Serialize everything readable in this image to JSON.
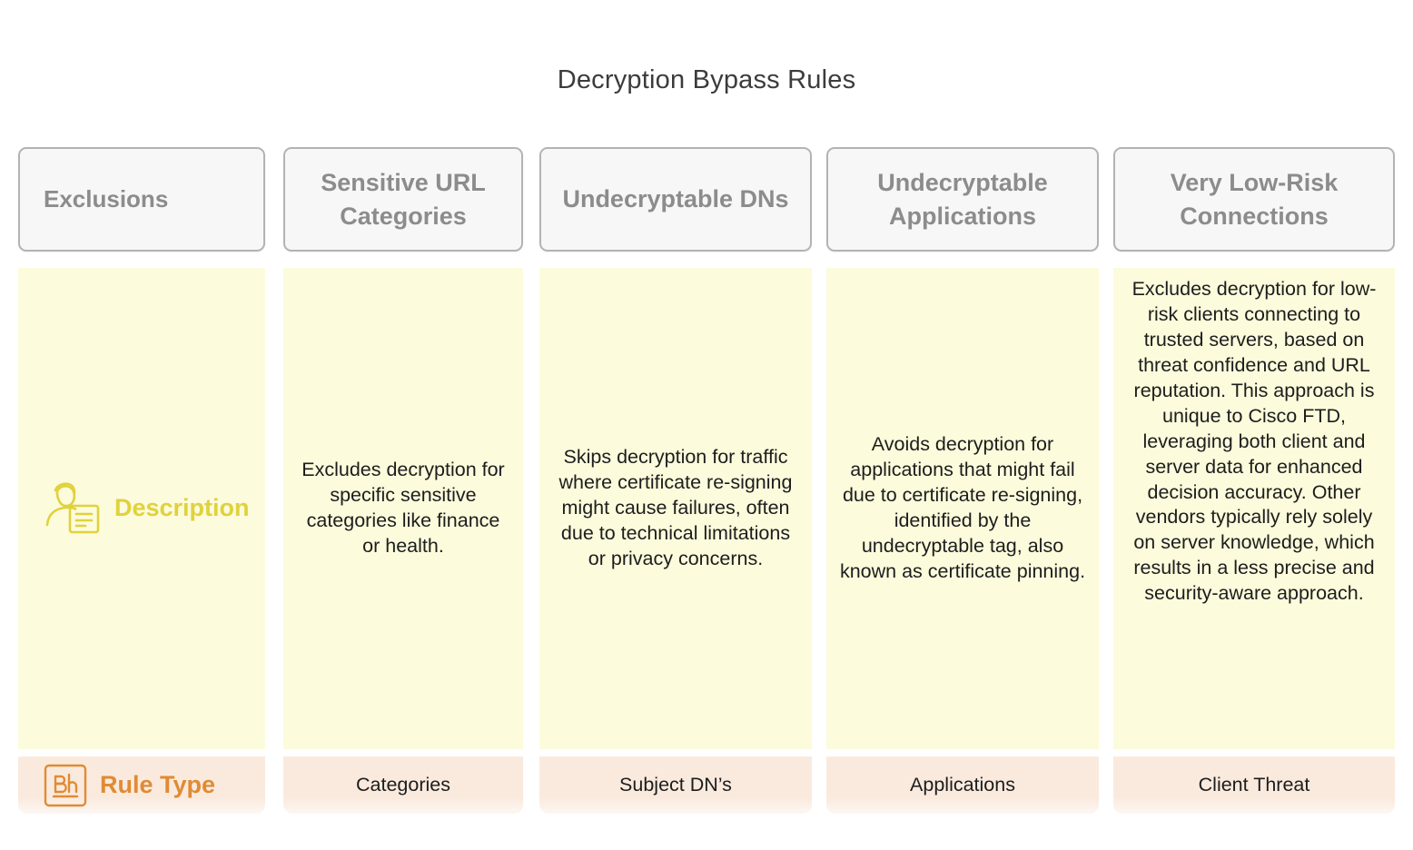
{
  "title": "Decryption Bypass Rules",
  "colors": {
    "description_accent": "#e0d23c",
    "rule_type_accent": "#e08b33",
    "description_row_bg": "#fcfbdc",
    "rule_type_row_bg": "#faeade",
    "header_card_bg": "#f7f7f7",
    "header_card_border": "#b3b3b3",
    "header_text": "#8c8c8c"
  },
  "rows": {
    "description": {
      "label": "Description",
      "icon": "person-document-icon"
    },
    "rule_type": {
      "label": "Rule Type",
      "icon": "bh-box-icon",
      "icon_text": "Bh"
    }
  },
  "columns": [
    {
      "header": "Sensitive URL Categories",
      "description": "Excludes decryption for specific sensitive categories like finance or health.",
      "rule_type": "Categories"
    },
    {
      "header": "Undecryptable DNs",
      "description": "Skips decryption for traffic where certificate re-signing might cause failures, often due to technical limitations or privacy concerns.",
      "rule_type": "Subject DN’s"
    },
    {
      "header": "Undecryptable Applications",
      "description": "Avoids decryption for applications that might fail due to certificate re-signing, identified by the undecryptable tag, also known as certificate pinning.",
      "rule_type": "Applications"
    },
    {
      "header": "Very Low-Risk Connections",
      "description": "Excludes decryption for low-risk clients connecting to trusted servers, based on threat confidence and URL reputation. This approach is unique to Cisco FTD, leveraging both client and server data for enhanced decision accuracy. Other vendors typically rely solely on server knowledge, which results in a less precise and security-aware approach.",
      "rule_type": "Client Threat"
    }
  ],
  "row_header_card": {
    "header": "Exclusions"
  }
}
